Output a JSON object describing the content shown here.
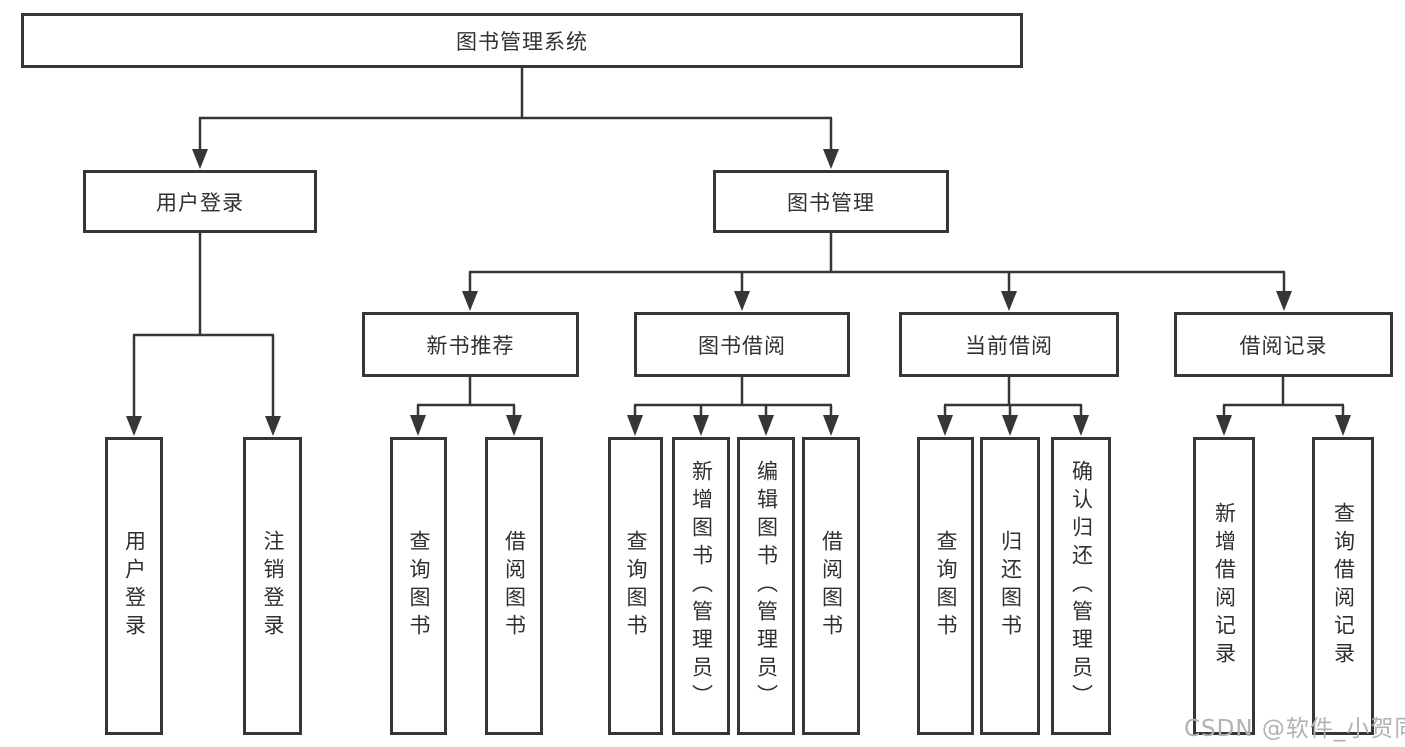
{
  "diagram": {
    "root": {
      "label": "图书管理系统"
    },
    "user_branch": {
      "label": "用户登录",
      "children": [
        "用户登录",
        "注销登录"
      ]
    },
    "book_branch": {
      "label": "图书管理",
      "groups": [
        {
          "label": "新书推荐",
          "children": [
            "查询图书",
            "借阅图书"
          ]
        },
        {
          "label": "图书借阅",
          "children": [
            "查询图书",
            "新增图书（管理员）",
            "编辑图书（管理员）",
            "借阅图书"
          ]
        },
        {
          "label": "当前借阅",
          "children": [
            "查询图书",
            "归还图书",
            "确认归还（管理员）"
          ]
        },
        {
          "label": "借阅记录",
          "children": [
            "新增借阅记录",
            "查询借阅记录"
          ]
        }
      ]
    },
    "watermark": "CSDN @软件_小贺同学",
    "colors": {
      "line": "#363636",
      "box_border": "#363636",
      "box_background": "#ffffff",
      "text": "#303030",
      "watermark": "#b2b2b2"
    }
  }
}
